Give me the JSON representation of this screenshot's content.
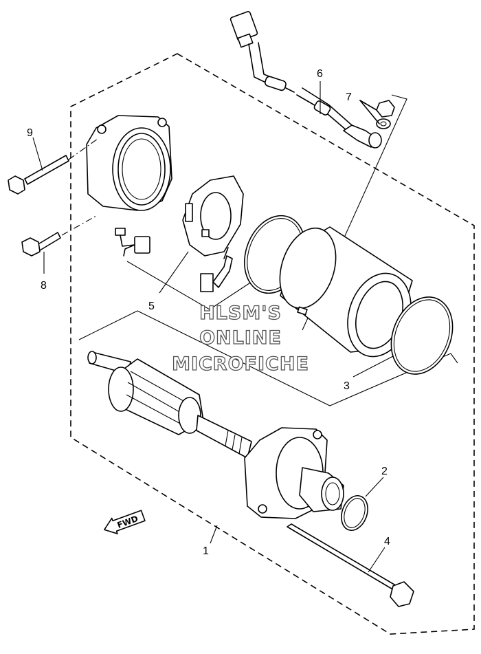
{
  "callouts": [
    {
      "id": "c1",
      "text": "1"
    },
    {
      "id": "c2",
      "text": "2"
    },
    {
      "id": "c3",
      "text": "3"
    },
    {
      "id": "c4",
      "text": "4"
    },
    {
      "id": "c5",
      "text": "5"
    },
    {
      "id": "c6",
      "text": "6"
    },
    {
      "id": "c7",
      "text": "7"
    },
    {
      "id": "c8",
      "text": "8"
    },
    {
      "id": "c9",
      "text": "9"
    }
  ],
  "watermark": {
    "line1": "HLSM'S",
    "line2": "ONLINE",
    "line3": "MICROFICHE"
  },
  "direction_arrow": {
    "label": "FWD"
  }
}
